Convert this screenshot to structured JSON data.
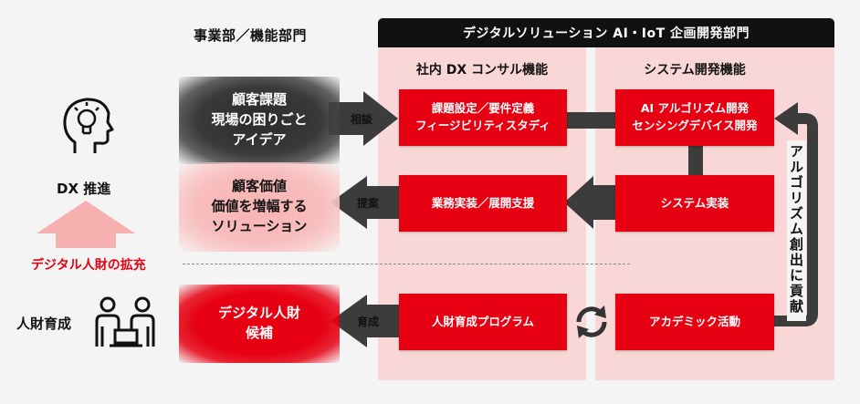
{
  "header": {
    "left_title": "事業部／機能部門",
    "right_title": "デジタルソリューション AI・IoT 企画開発部門"
  },
  "columns": {
    "consulting": "社内 DX コンサル機能",
    "system_dev": "システム開発機能"
  },
  "boxes": {
    "requirements": [
      "課題設定／要件定義",
      "フィージビリティスタディ"
    ],
    "business_impl": "業務実装／展開支援",
    "training_program": "人財育成プログラム",
    "ai_dev": [
      "AI アルゴリズム開発",
      "センシングデバイス開発"
    ],
    "system_impl": "システム実装",
    "academic": "アカデミック活動"
  },
  "blobs": {
    "issues": [
      "顧客課題",
      "現場の困りごと",
      "アイデア"
    ],
    "value": [
      "顧客価値",
      "価値を増幅する",
      "ソリューション"
    ],
    "candidates": [
      "デジタル人財",
      "候補"
    ]
  },
  "arrow_labels": {
    "consult": "相談",
    "propose": "提案",
    "develop": "育成"
  },
  "left": {
    "dx": "DX 推進",
    "expansion": "デジタル人財の拡充",
    "talent": "人財育成"
  },
  "vertical_label": "アルゴリズム創出に貢献",
  "icons": {
    "head": "head-lightbulb-icon",
    "people": "people-laptop-icon",
    "cycle": "cycle-arrows-icon"
  },
  "colors": {
    "accent": "#e60012",
    "column_bg": "#f9d7d7",
    "dark": "#111111",
    "arrow": "#3c3c3c",
    "up_arrow": "#f6b0b0"
  }
}
